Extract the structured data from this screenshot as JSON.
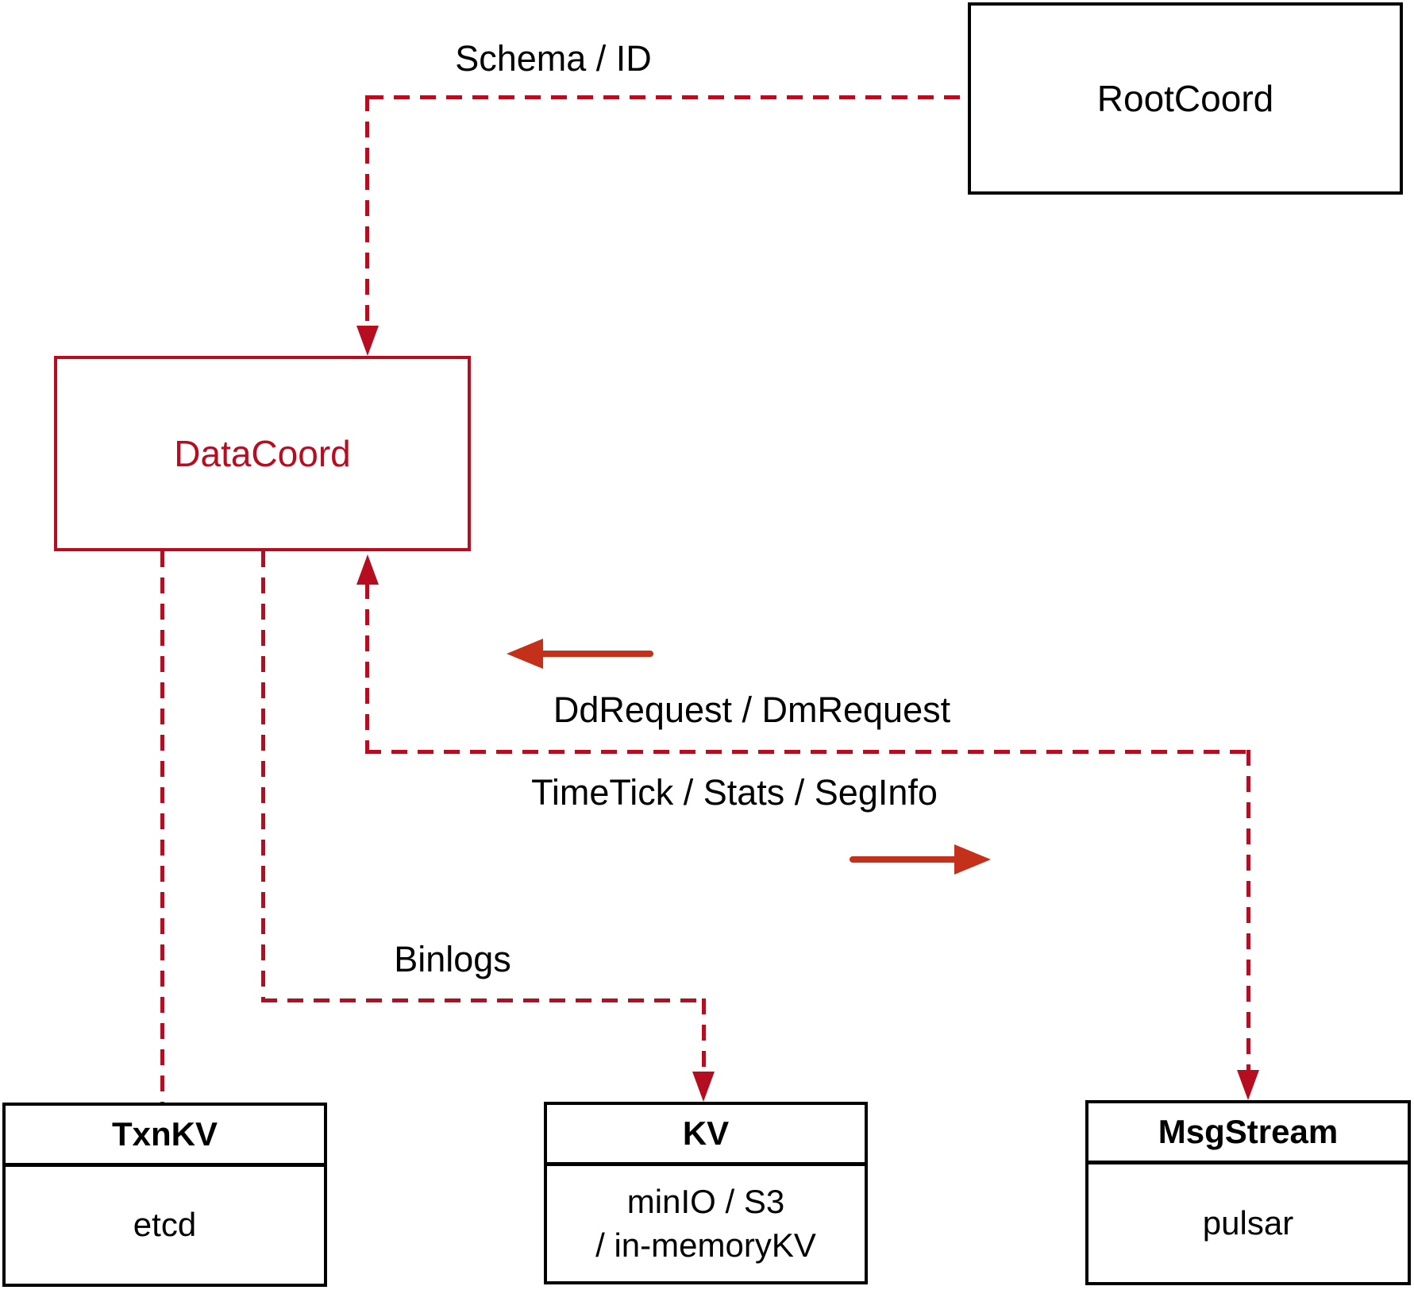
{
  "colors": {
    "dashed_red": "#b60d20",
    "solid_red": "#c43019",
    "line_black": "#000000",
    "text_black": "#000000"
  },
  "nodes": {
    "rootcoord": {
      "label": "RootCoord"
    },
    "datacoord": {
      "label": "DataCoord"
    },
    "txnkv": {
      "title": "TxnKV",
      "body": "etcd"
    },
    "kv": {
      "title": "KV",
      "body_line1": "minIO / S3",
      "body_line2": "/ in-memoryKV"
    },
    "msgstream": {
      "title": "MsgStream",
      "body": "pulsar"
    }
  },
  "edges": {
    "schema_id": {
      "label": "Schema / ID"
    },
    "binlogs": {
      "label": "Binlogs"
    },
    "dd_dm_request": {
      "label": "DdRequest / DmRequest",
      "direction": "left"
    },
    "timetick_stats_seginfo": {
      "label": "TimeTick / Stats / SegInfo",
      "direction": "right"
    }
  }
}
